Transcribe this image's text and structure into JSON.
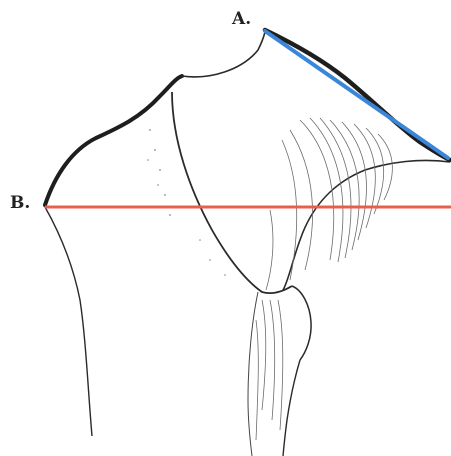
{
  "labels": {
    "a": "A.",
    "b": "B."
  },
  "colors": {
    "line_a": "#3a86d8",
    "line_b": "#e8604c",
    "outline": "#2a2a2a",
    "shading": "#6b6b6b",
    "background": "#ffffff"
  },
  "icons": {
    "illustration": "bone-outline-drawing"
  }
}
